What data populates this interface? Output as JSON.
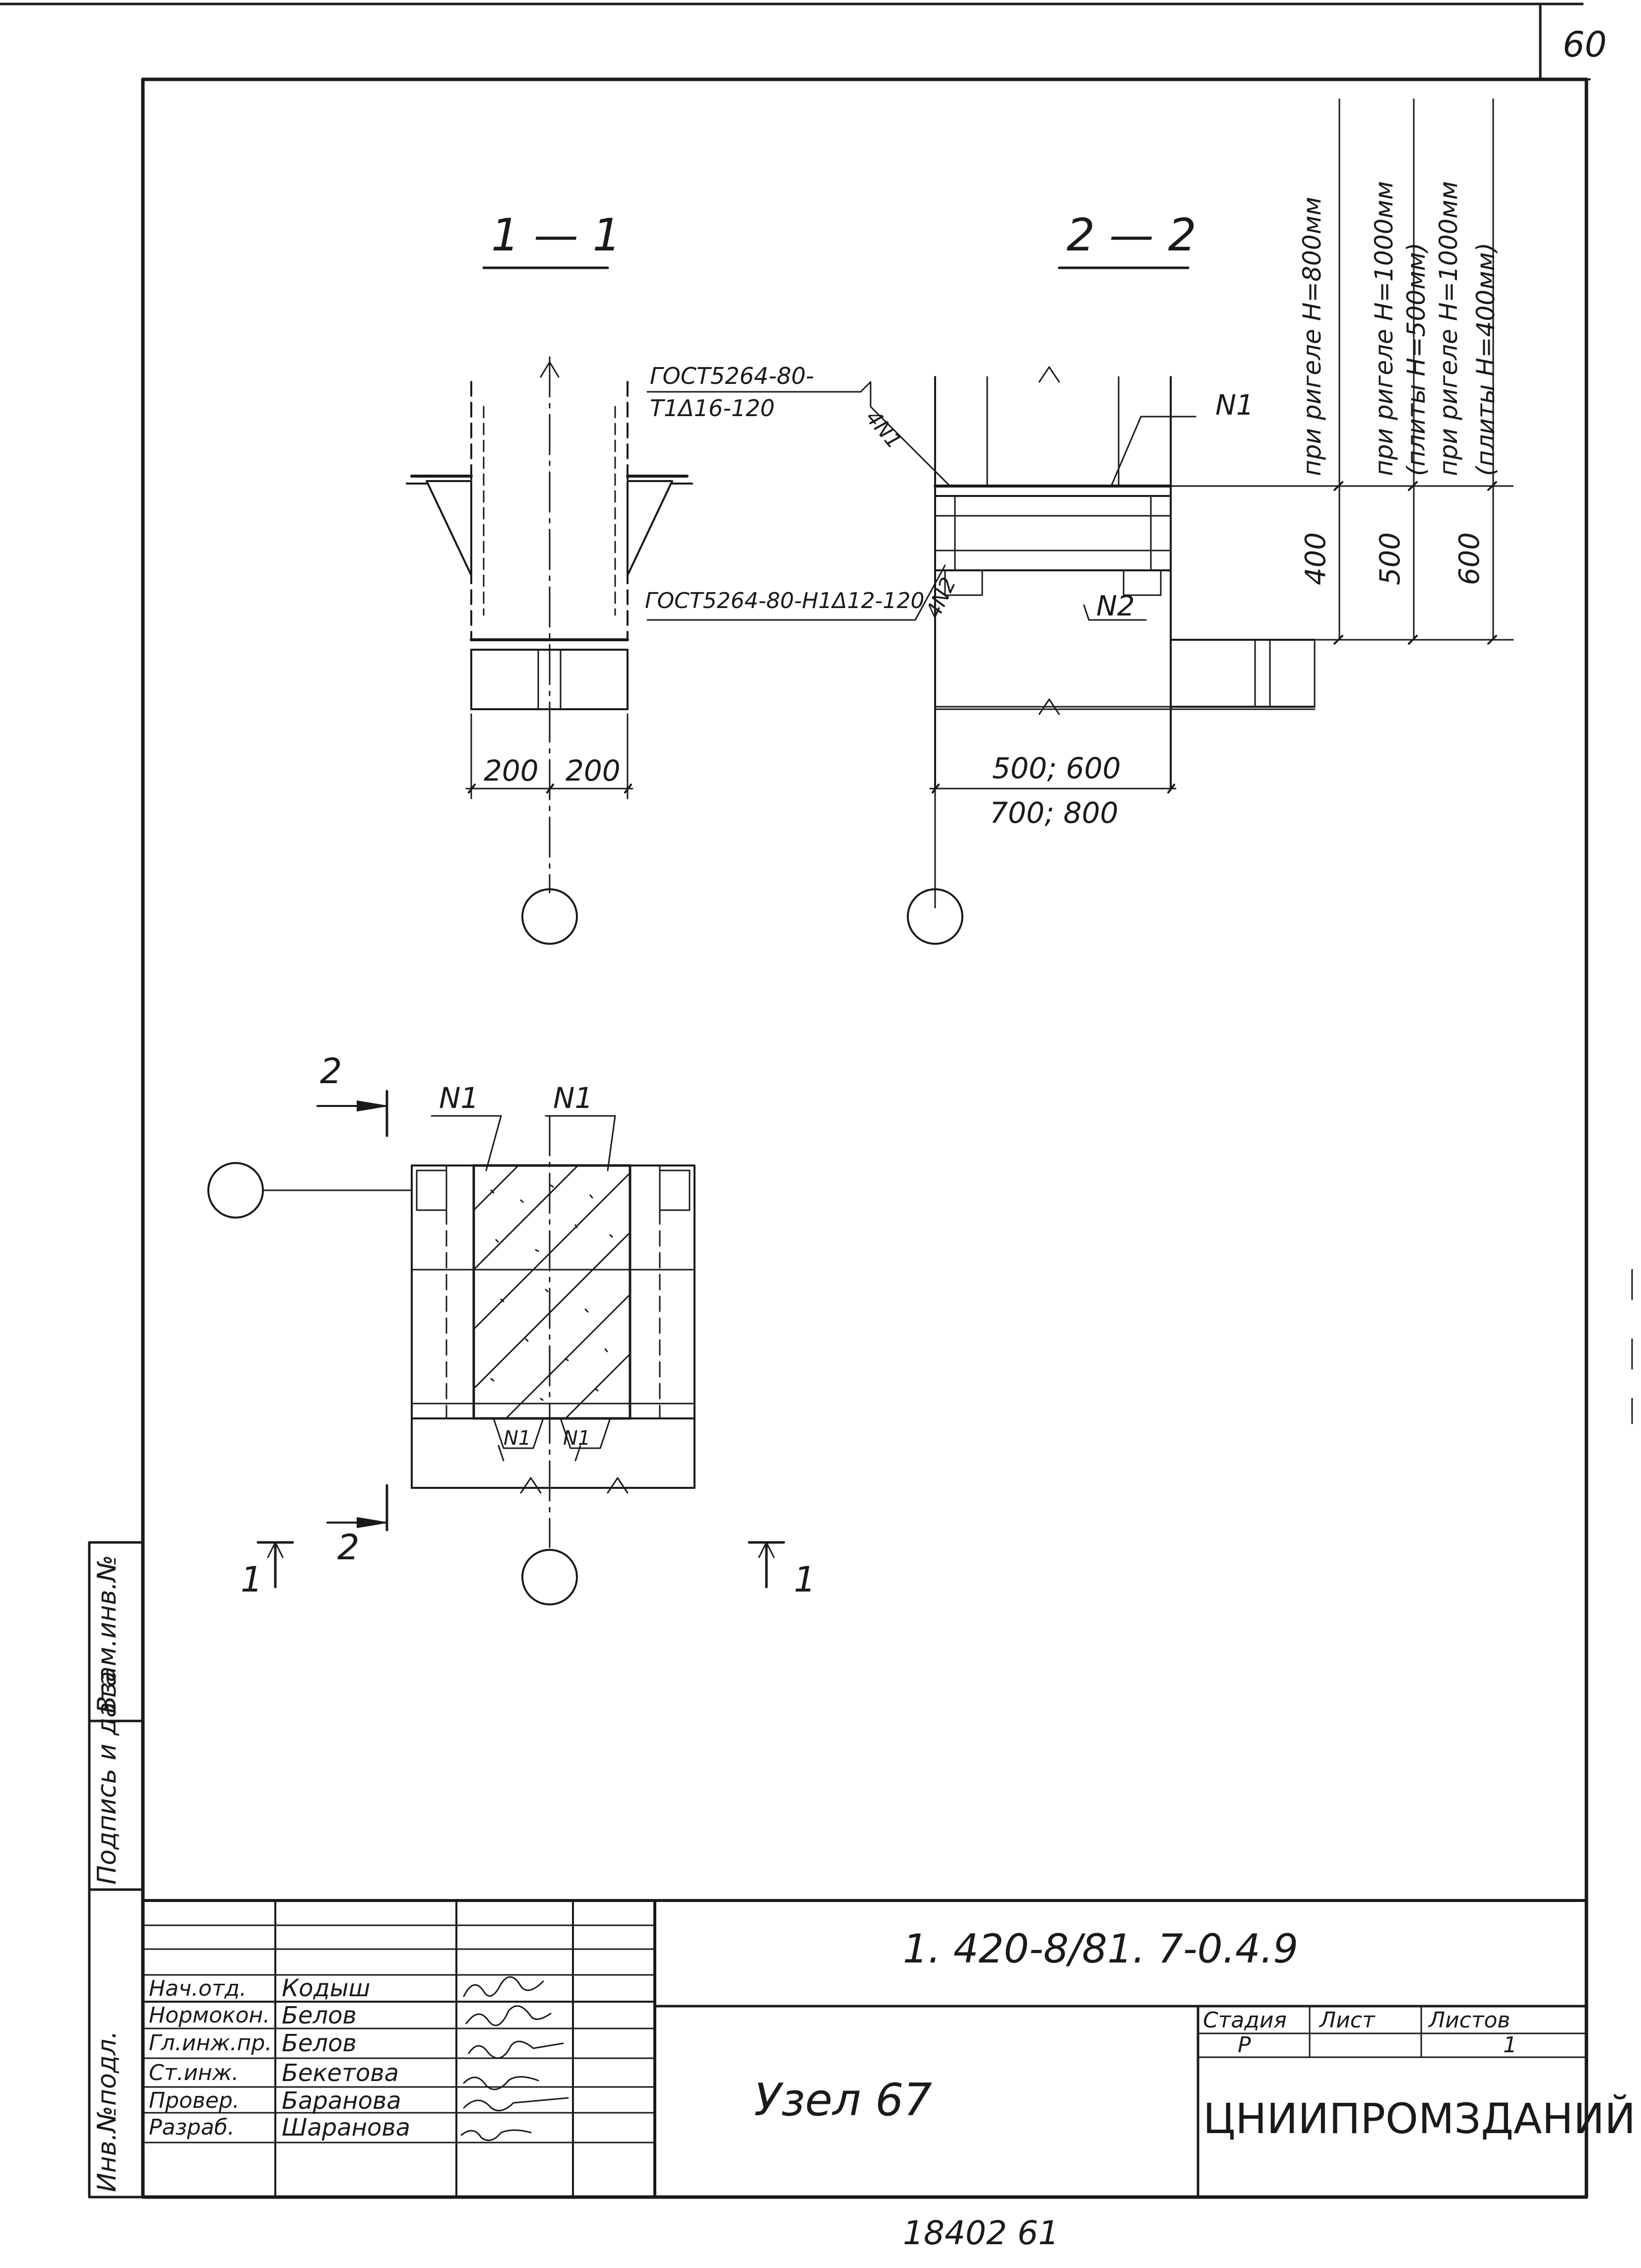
{
  "sheet_number": "60",
  "bottom_note": "18402   61",
  "sections": {
    "s11": {
      "title": "1 — 1",
      "dim_left": "200",
      "dim_right": "200"
    },
    "s22": {
      "title": "2 — 2",
      "weld_top_a": "ГОСТ5264-80-",
      "weld_top_b": "Т1Δ16-120",
      "weld_top_tag": "4N1",
      "weld_bottom": "ГОСТ5264-80-Н1Δ12-120",
      "weld_bottom_tag": "4N2",
      "tag_n1": "N1",
      "tag_n2": "N2",
      "dim_width_1": "500; 600",
      "dim_width_2": "700; 800",
      "heights": [
        {
          "value": "400",
          "note": "при ригеле Н=800мм"
        },
        {
          "value": "500",
          "note_a": "при ригеле Н=1000мм",
          "note_b": "(плиты Н=500мм)"
        },
        {
          "value": "600",
          "note_a": "при ригеле Н=1000мм",
          "note_b": "(плиты Н=400мм)"
        }
      ]
    },
    "plan": {
      "tag_n1_left": "N1",
      "tag_n1_right": "N1",
      "tag_n1_bottom_left": "N1",
      "tag_n1_bottom_right": "N1",
      "mark_2_top": "2",
      "mark_2_bottom": "2",
      "mark_1_left": "1",
      "mark_1_right": "1"
    }
  },
  "side_stamp": [
    "Инв.№подл.",
    "Подпись и дата",
    "Взам.инв.№"
  ],
  "title_block": {
    "doc_code": "1. 420-8/81. 7-0.4.9",
    "title": "Узел 67",
    "org": "ЦНИИПРОМЗДАНИЙ",
    "stage_header": "Стадия",
    "sheet_header": "Лист",
    "sheets_header": "Листов",
    "stage": "Р",
    "sheet": "",
    "sheets": "1",
    "staff": [
      {
        "role": "Нач.отд.",
        "name": "Кодыш"
      },
      {
        "role": "Нормокон.",
        "name": "Белов"
      },
      {
        "role": "Гл.инж.пр.",
        "name": "Белов"
      },
      {
        "role": "Ст.инж.",
        "name": "Бекетова"
      },
      {
        "role": "Провер.",
        "name": "Баранова"
      },
      {
        "role": "Разраб.",
        "name": "Шаранова"
      }
    ]
  }
}
